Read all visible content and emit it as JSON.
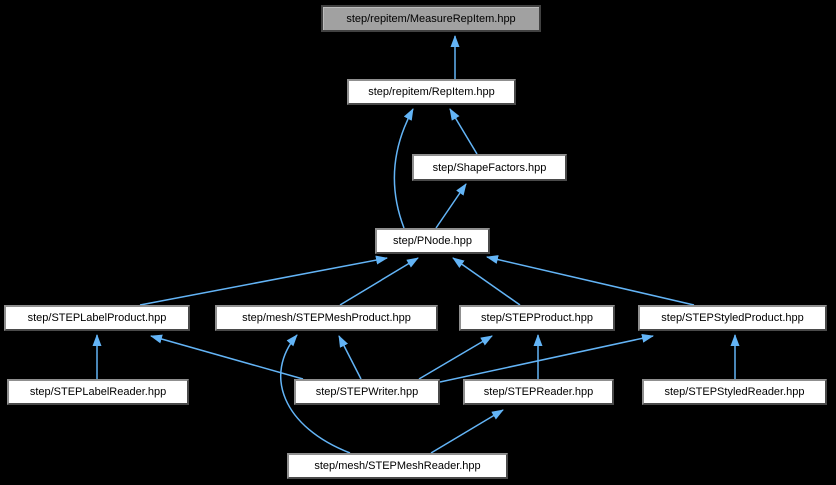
{
  "diagram": {
    "type": "include-dependency-graph",
    "background_color": "#000000",
    "edge_color": "#63b4f6",
    "node_fill": "#ffffff",
    "highlighted_node_fill": "#a1a1a1",
    "node_text_color": "#000000",
    "nodes": [
      {
        "id": "measure-repitem",
        "label": "step/repitem/MeasureRepItem.hpp",
        "highlighted": true
      },
      {
        "id": "repitem",
        "label": "step/repitem/RepItem.hpp",
        "highlighted": false
      },
      {
        "id": "shape-factors",
        "label": "step/ShapeFactors.hpp",
        "highlighted": false
      },
      {
        "id": "pnode",
        "label": "step/PNode.hpp",
        "highlighted": false
      },
      {
        "id": "step-label-product",
        "label": "step/STEPLabelProduct.hpp",
        "highlighted": false
      },
      {
        "id": "step-mesh-product",
        "label": "step/mesh/STEPMeshProduct.hpp",
        "highlighted": false
      },
      {
        "id": "step-product",
        "label": "step/STEPProduct.hpp",
        "highlighted": false
      },
      {
        "id": "step-styled-product",
        "label": "step/STEPStyledProduct.hpp",
        "highlighted": false
      },
      {
        "id": "step-label-reader",
        "label": "step/STEPLabelReader.hpp",
        "highlighted": false
      },
      {
        "id": "step-writer",
        "label": "step/STEPWriter.hpp",
        "highlighted": false
      },
      {
        "id": "step-reader",
        "label": "step/STEPReader.hpp",
        "highlighted": false
      },
      {
        "id": "step-styled-reader",
        "label": "step/STEPStyledReader.hpp",
        "highlighted": false
      },
      {
        "id": "step-mesh-reader",
        "label": "step/mesh/STEPMeshReader.hpp",
        "highlighted": false
      }
    ],
    "edges": [
      {
        "from": "repitem",
        "to": "measure-repitem"
      },
      {
        "from": "pnode",
        "to": "repitem"
      },
      {
        "from": "shape-factors",
        "to": "repitem"
      },
      {
        "from": "pnode",
        "to": "shape-factors"
      },
      {
        "from": "step-label-product",
        "to": "pnode"
      },
      {
        "from": "step-mesh-product",
        "to": "pnode"
      },
      {
        "from": "step-product",
        "to": "pnode"
      },
      {
        "from": "step-styled-product",
        "to": "pnode"
      },
      {
        "from": "step-label-reader",
        "to": "step-label-product"
      },
      {
        "from": "step-writer",
        "to": "step-label-product"
      },
      {
        "from": "step-mesh-reader",
        "to": "step-mesh-product"
      },
      {
        "from": "step-writer",
        "to": "step-mesh-product"
      },
      {
        "from": "step-writer",
        "to": "step-product"
      },
      {
        "from": "step-reader",
        "to": "step-product"
      },
      {
        "from": "step-writer",
        "to": "step-styled-product"
      },
      {
        "from": "step-styled-reader",
        "to": "step-styled-product"
      },
      {
        "from": "step-mesh-reader",
        "to": "step-reader"
      }
    ]
  }
}
